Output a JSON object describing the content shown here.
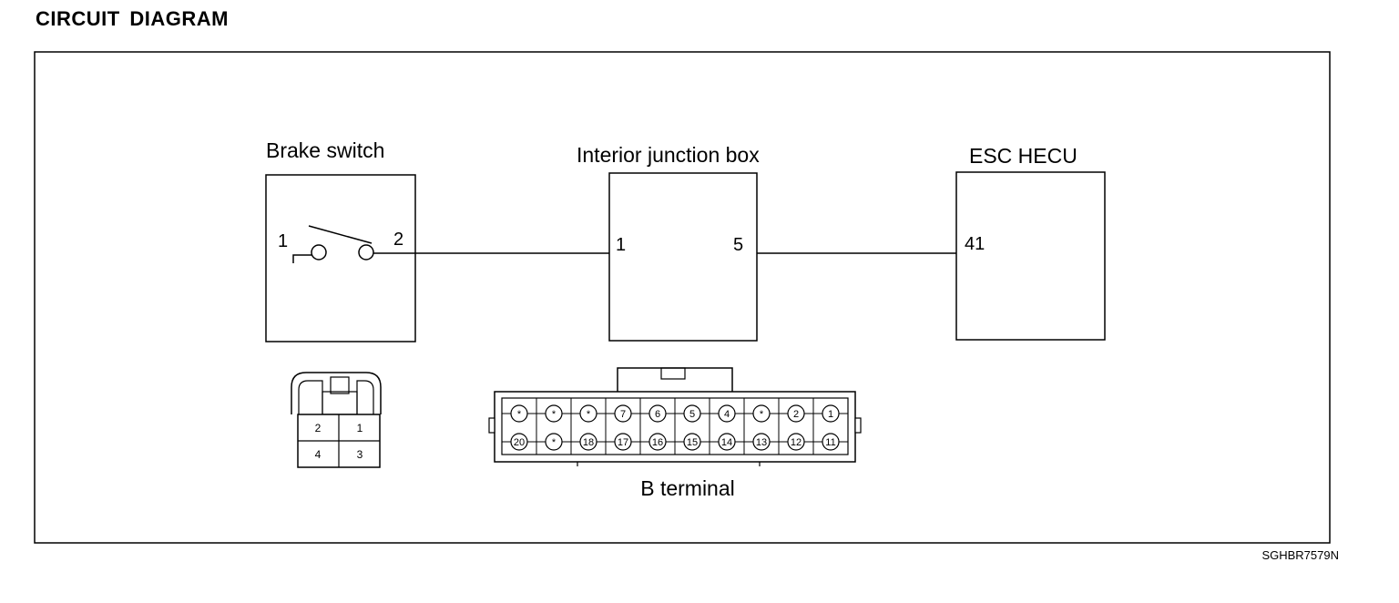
{
  "title": "CIRCUIT DIAGRAM",
  "code": "SGHBR7579N",
  "components": {
    "brake_switch": {
      "label": "Brake switch",
      "pin_left": "1",
      "pin_right": "2"
    },
    "junction_box": {
      "label": "Interior junction box",
      "pin_left": "1",
      "pin_right": "5"
    },
    "esc_hecu": {
      "label": "ESC HECU",
      "pin_left": "41"
    }
  },
  "brake_connector": {
    "pins": [
      "2",
      "1",
      "4",
      "3"
    ]
  },
  "b_terminal": {
    "label": "B terminal",
    "top_row": [
      "*",
      "*",
      "*",
      "7",
      "6",
      "5",
      "4",
      "*",
      "2",
      "1"
    ],
    "bottom_row": [
      "20",
      "*",
      "18",
      "17",
      "16",
      "15",
      "14",
      "13",
      "12",
      "11"
    ]
  }
}
